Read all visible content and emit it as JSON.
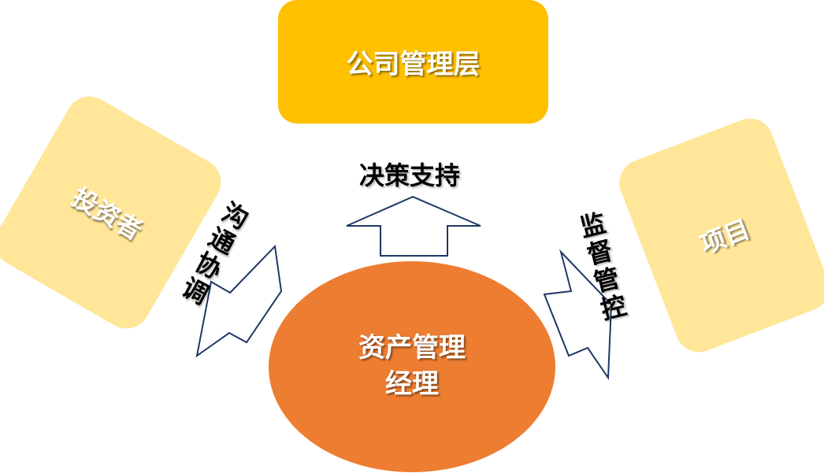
{
  "nodes": {
    "management": "公司管理层",
    "investor": "投资者",
    "project": "项目",
    "manager_line1": "资产管理",
    "manager_line2": "经理"
  },
  "arrows": {
    "decision_support": "决策支持",
    "communication": "沟通协调",
    "supervision": "监督管控"
  },
  "colors": {
    "management": "#FFC000",
    "investor": "#FFE699",
    "project": "#FFE699",
    "manager": "#ED7D31",
    "arrow_outline": "#1F3864"
  }
}
